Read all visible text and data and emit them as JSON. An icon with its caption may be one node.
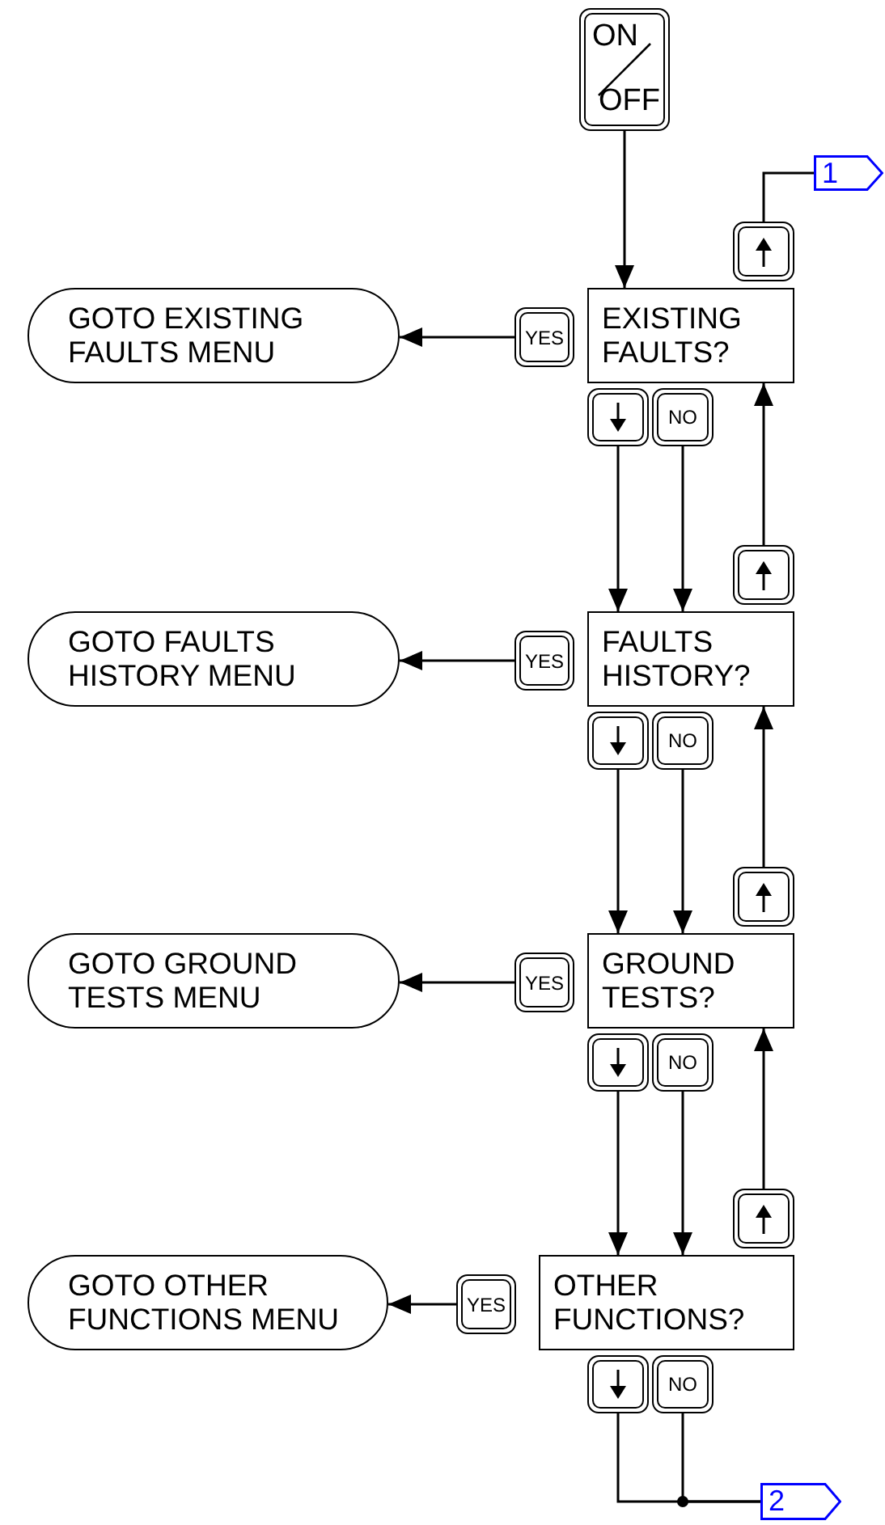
{
  "diagram": {
    "nodes": [
      {
        "text": [
          "ON",
          "OFF"
        ]
      },
      {
        "text": [
          "1"
        ]
      },
      {
        "text": [],
        "shape": "box"
      },
      {
        "text": [
          "GOTO EXISTING FAULTS MENU"
        ]
      },
      {
        "text": [
          "YES"
        ]
      },
      {
        "text": [
          "EXISTING FAULTS?"
        ]
      },
      {
        "text": [],
        "shape": "box"
      },
      {
        "text": [
          "NO"
        ]
      },
      {
        "text": [],
        "shape": "box"
      },
      {
        "text": [
          "GOTO FAULTS HISTORY MENU"
        ]
      },
      {
        "text": [
          "YES"
        ]
      },
      {
        "text": [
          "FAULTS HISTORY?"
        ]
      },
      {
        "text": [],
        "shape": "box"
      },
      {
        "text": [
          "NO"
        ]
      },
      {
        "text": [],
        "shape": "box"
      },
      {
        "text": [
          "GOTO GROUND TESTS MENU"
        ]
      },
      {
        "text": [
          "YES"
        ]
      },
      {
        "text": [
          "GROUND TESTS?"
        ]
      },
      {
        "text": [],
        "shape": "box"
      },
      {
        "text": [
          "NO"
        ]
      },
      {
        "text": [],
        "shape": "box"
      },
      {
        "text": [
          "GOTO OTHER FUNCTIONS MENU"
        ]
      },
      {
        "text": [
          "YES"
        ]
      },
      {
        "text": [
          "OTHER FUNCTIONS?"
        ]
      },
      {
        "text": [],
        "shape": "box"
      },
      {
        "text": [
          "NO"
        ]
      },
      {
        "text": [
          "2"
        ]
      }
    ],
    "edges": [
      {
        "from": 0,
        "to": 5,
        "arrow": "to"
      },
      {
        "from": 2,
        "to": 1,
        "arrow": "none"
      },
      {
        "from": 4,
        "to": 3,
        "arrow": "to"
      },
      {
        "from": 6,
        "to": 11,
        "arrow": "to"
      },
      {
        "from": 7,
        "to": 11,
        "arrow": "to"
      },
      {
        "from": 8,
        "to": 5,
        "arrow": "to"
      },
      {
        "from": 10,
        "to": 9,
        "arrow": "to"
      },
      {
        "from": 12,
        "to": 17,
        "arrow": "to"
      },
      {
        "from": 13,
        "to": 17,
        "arrow": "to"
      },
      {
        "from": 14,
        "to": 11,
        "arrow": "to"
      },
      {
        "from": 16,
        "to": 15,
        "arrow": "to"
      },
      {
        "from": 18,
        "to": 23,
        "arrow": "to"
      },
      {
        "from": 19,
        "to": 23,
        "arrow": "to"
      },
      {
        "from": 20,
        "to": 17,
        "arrow": "to"
      },
      {
        "from": 22,
        "to": 21,
        "arrow": "to"
      },
      {
        "from": 24,
        "to": 26,
        "arrow": "none"
      },
      {
        "from": 25,
        "to": 26,
        "arrow": "none"
      }
    ]
  }
}
